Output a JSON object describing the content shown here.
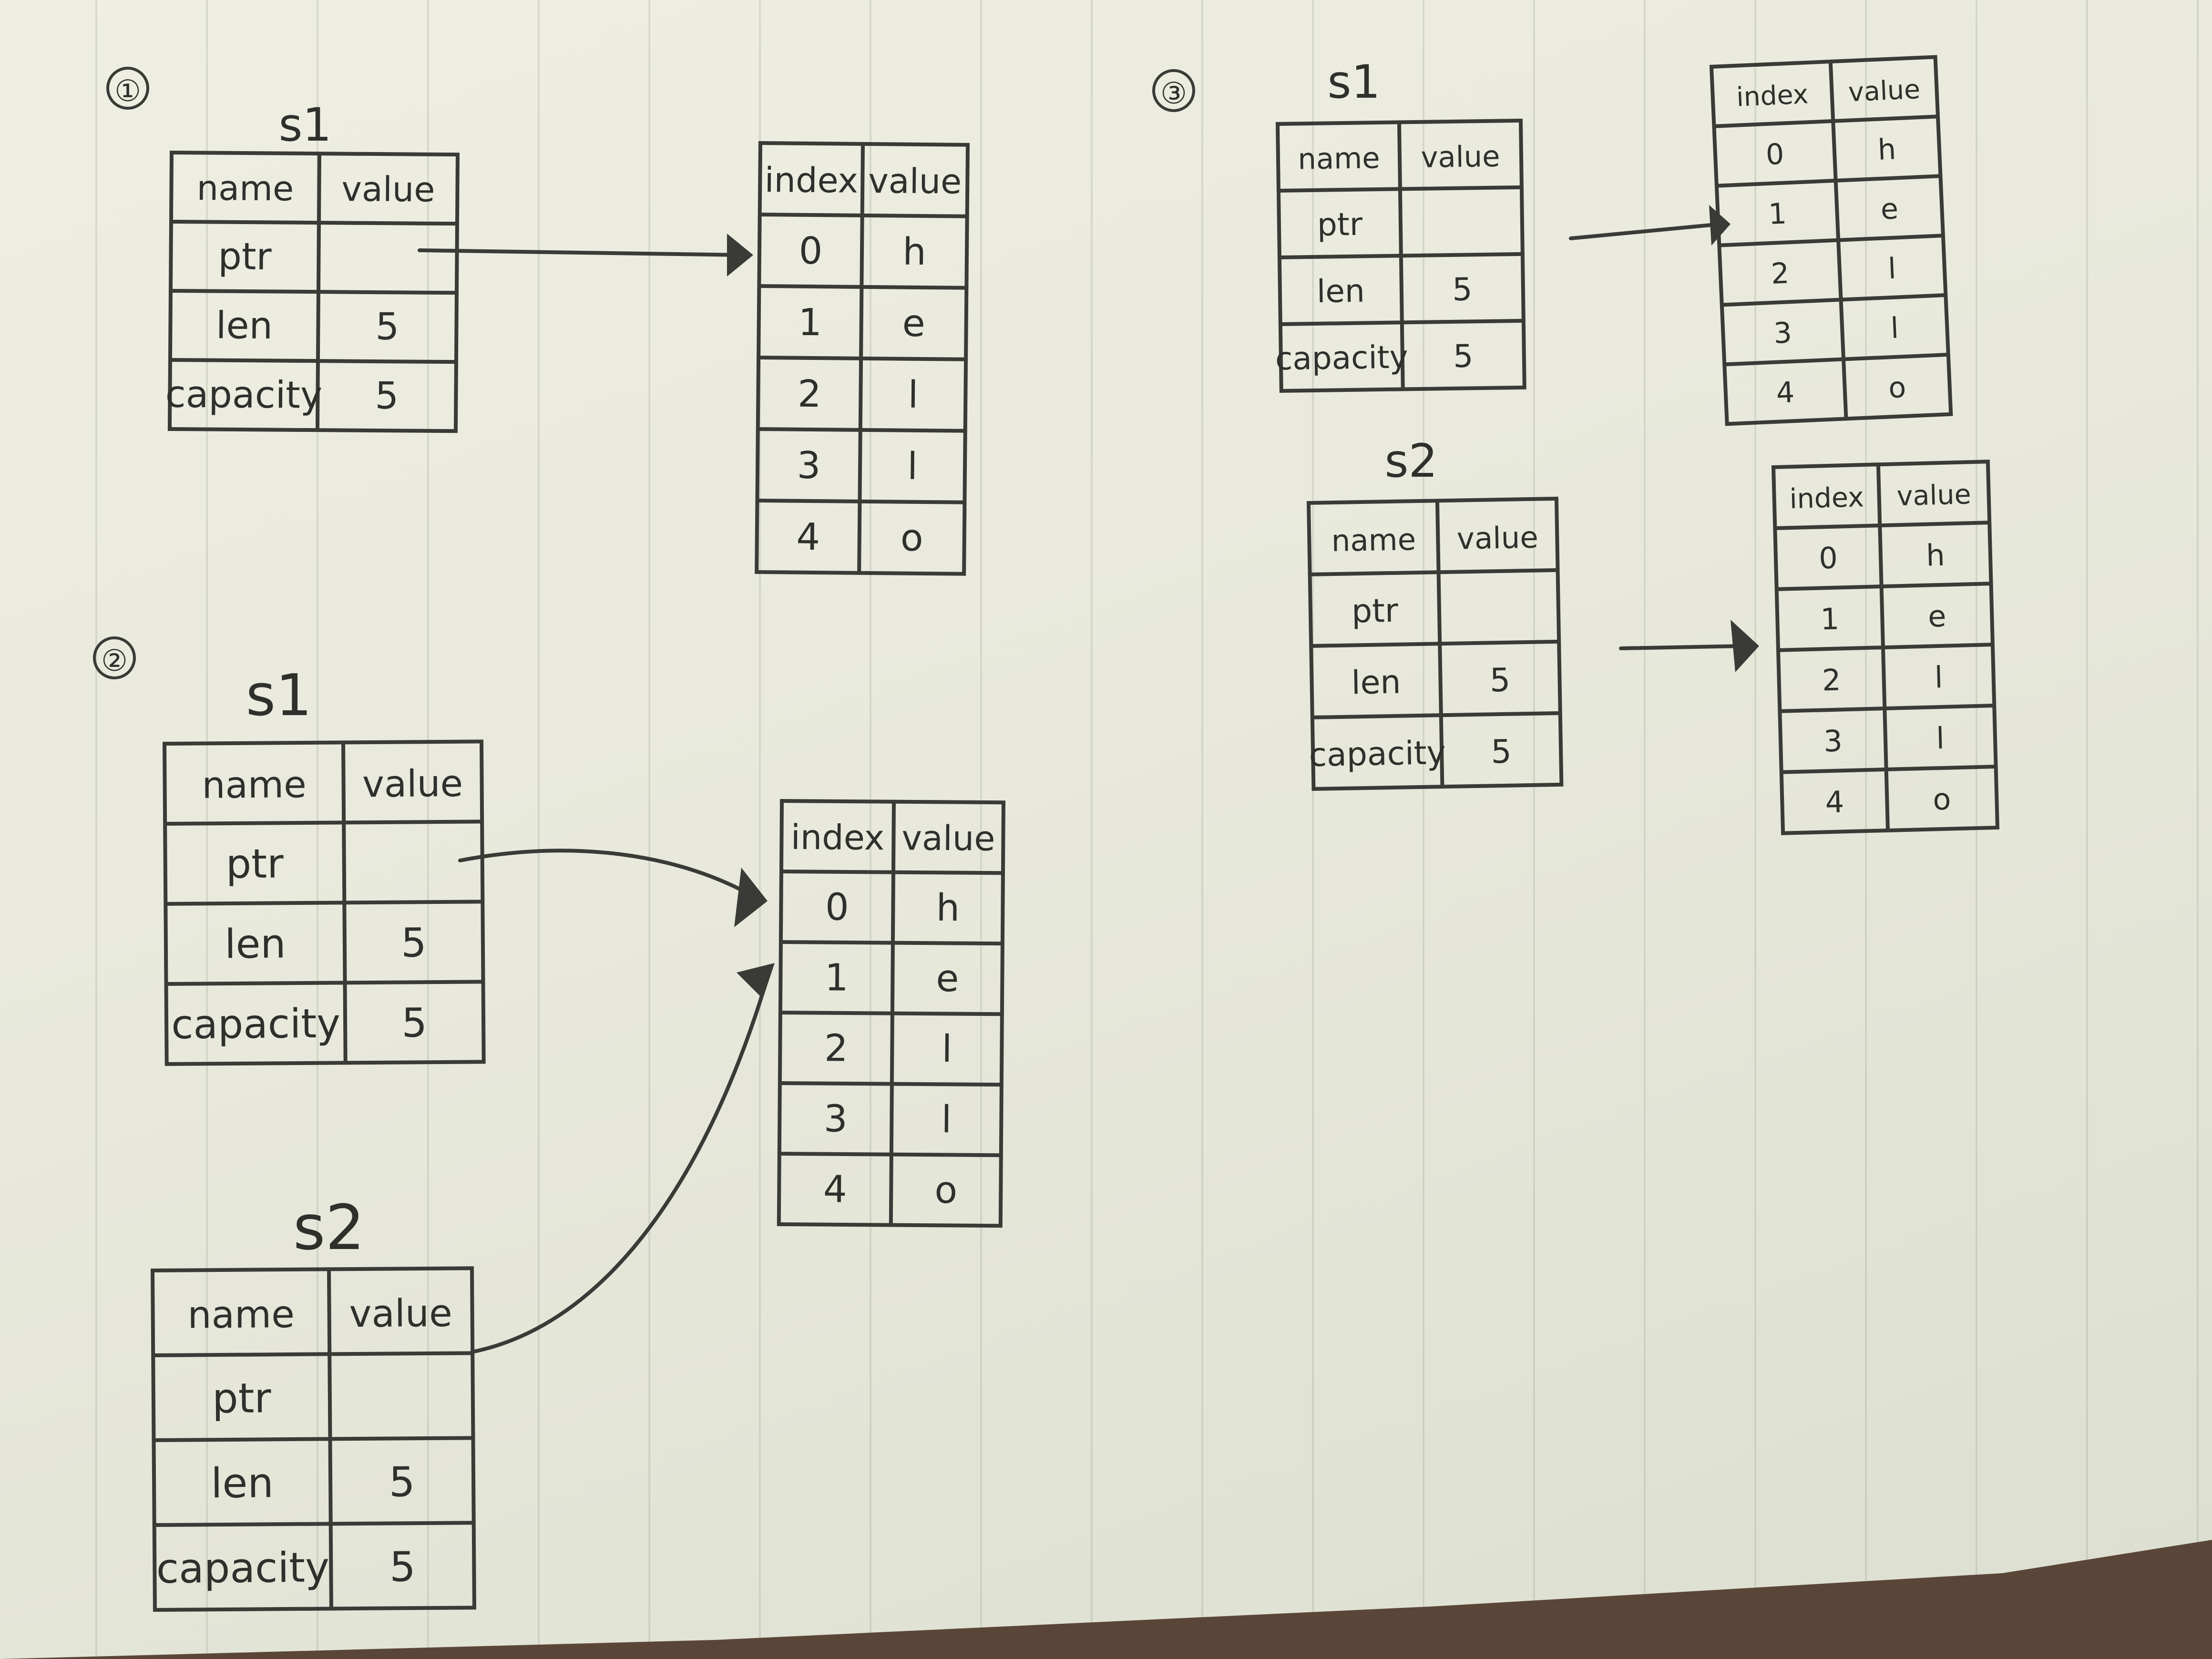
{
  "sections": {
    "one": {
      "marker": "①",
      "var1_label": "s1"
    },
    "two": {
      "marker": "②",
      "var1_label": "s1",
      "var2_label": "s2"
    },
    "three": {
      "marker": "③",
      "var1_label": "s1",
      "var2_label": "s2"
    }
  },
  "struct_table": {
    "headers": [
      "name",
      "value"
    ],
    "rows": [
      [
        "ptr",
        ""
      ],
      [
        "len",
        "5"
      ],
      [
        "capacity",
        "5"
      ]
    ]
  },
  "heap_table": {
    "headers": [
      "index",
      "value"
    ],
    "rows": [
      [
        "0",
        "h"
      ],
      [
        "1",
        "e"
      ],
      [
        "2",
        "l"
      ],
      [
        "3",
        "l"
      ],
      [
        "4",
        "o"
      ]
    ]
  },
  "colors": {
    "paper": "#ecede0",
    "ink": "#3a3a36",
    "background": "#5a4638"
  }
}
